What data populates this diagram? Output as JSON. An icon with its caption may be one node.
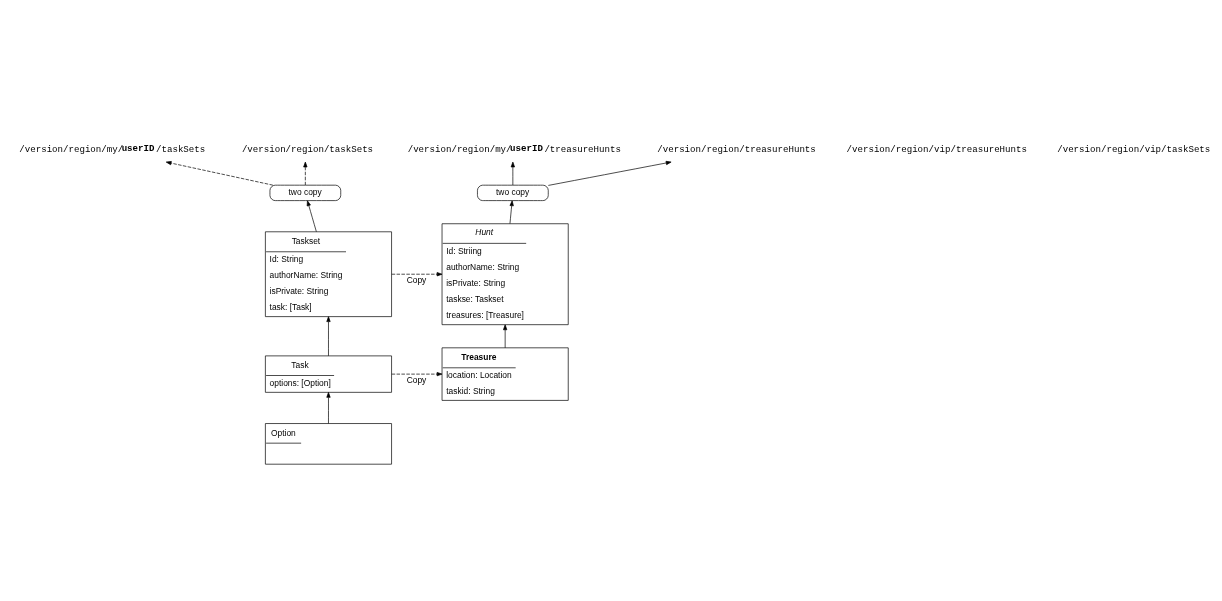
{
  "diagram": {
    "nodes": [
      {
        "text": [
          "/version/region/my/**userID**/treasureHunts"
        ]
      },
      {
        "text": [
          "/version/region/treasureHunts"
        ]
      },
      {
        "text": [
          "two copy"
        ]
      },
      {
        "text": [
          "Hunt",
          "Id: Striing",
          "authorName: String",
          "isPrivate: String",
          "taskse: Taskset",
          "treasures: [Treasure]"
        ]
      },
      {
        "text": [
          "Treasure",
          "location: Location",
          "taskid: String"
        ]
      },
      {
        "text": [
          "/version/region/my/**userID**/taskSets"
        ]
      },
      {
        "text": [
          "/version/region/taskSets"
        ]
      },
      {
        "text": [
          "two copy"
        ]
      },
      {
        "text": [
          "Taskset",
          "Id: String",
          "authorName: String",
          "isPrivate: String",
          "task: [Task]"
        ]
      },
      {
        "text": [
          "Task",
          "options: [Option]"
        ]
      },
      {
        "text": [
          "Option"
        ]
      }
    ],
    "edges": [
      {
        "from": 2,
        "to": 0,
        "arrow": "to"
      },
      {
        "from": 2,
        "to": 1,
        "arrow": "to"
      },
      {
        "from": 3,
        "to": 2,
        "arrow": "to"
      },
      {
        "from": 4,
        "to": 3,
        "arrow": "to"
      },
      {
        "from": 8,
        "to": 3,
        "arrow": "to",
        "style": "dashed",
        "label": "Copy"
      },
      {
        "from": 9,
        "to": 4,
        "arrow": "to",
        "style": "dashed",
        "label": "Copy"
      },
      {
        "from": 7,
        "to": 5,
        "arrow": "to",
        "style": "dashed"
      },
      {
        "from": 7,
        "to": 6,
        "arrow": "to",
        "style": "dashed"
      },
      {
        "from": 8,
        "to": 7,
        "arrow": "to"
      },
      {
        "from": 9,
        "to": 8,
        "arrow": "to"
      },
      {
        "from": 10,
        "to": 9,
        "arrow": "to"
      }
    ],
    "labels": [
      "/version/region/vip/treasureHunts",
      "/version/region/vip/taskSets"
    ]
  }
}
